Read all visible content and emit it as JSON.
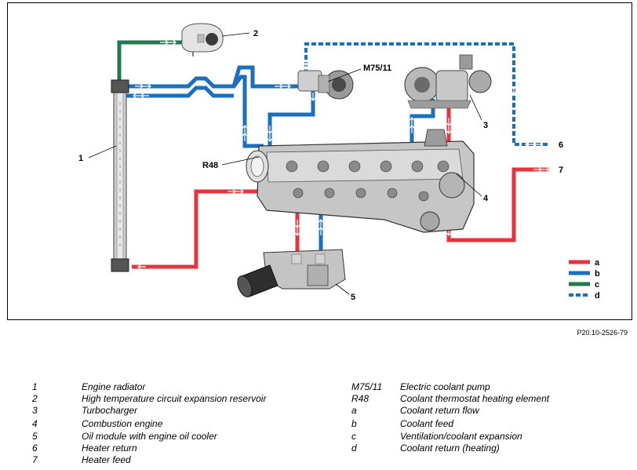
{
  "colors": {
    "a": "#e8323c",
    "b": "#1a6fc0",
    "c": "#1f7a4c",
    "d": "#1a6fc0",
    "part": "#bdbdbd",
    "partDark": "#555555"
  },
  "callouts": {
    "n1": "1",
    "n2": "2",
    "n3": "3",
    "n4": "4",
    "n5": "5",
    "n6": "6",
    "n7": "7",
    "m75": "M75/11",
    "r48": "R48"
  },
  "line_legend": {
    "a": "a",
    "b": "b",
    "c": "c",
    "d": "d"
  },
  "reference_code": "P20.10-2526-79",
  "key_left": [
    {
      "code": "1",
      "text": "Engine radiator"
    },
    {
      "code": "2",
      "text": "High temperature circuit expansion reservoir"
    },
    {
      "code": "3",
      "text": "Turbocharger"
    },
    {
      "code": "4",
      "text": "Combustion engine"
    },
    {
      "code": "5",
      "text": "Oil module with engine oil cooler"
    },
    {
      "code": "6",
      "text": "Heater return"
    },
    {
      "code": "7",
      "text": "Heater feed"
    }
  ],
  "key_right": [
    {
      "code": "M75/11",
      "text": "Electric coolant pump"
    },
    {
      "code": "R48",
      "text": "Coolant thermostat heating element"
    },
    {
      "code": "a",
      "text": "Coolant return flow"
    },
    {
      "code": "b",
      "text": "Coolant feed"
    },
    {
      "code": "c",
      "text": "Ventilation/coolant expansion"
    },
    {
      "code": "d",
      "text": "Coolant return (heating)"
    }
  ]
}
